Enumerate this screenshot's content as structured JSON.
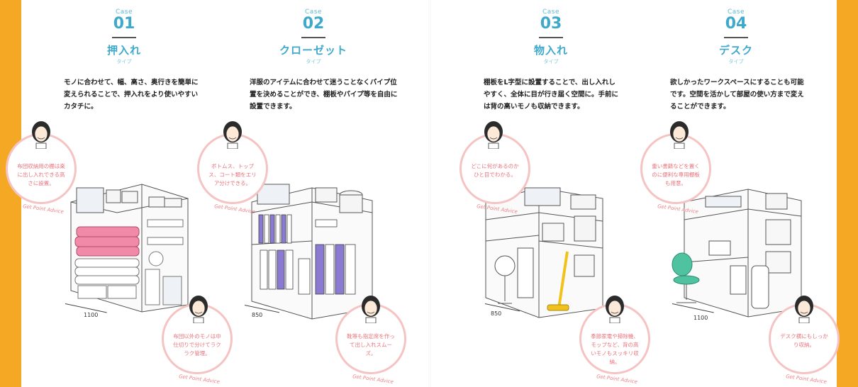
{
  "cases": [
    {
      "label": "Case",
      "number": "01",
      "title": "押入れ",
      "subtitle": "タイプ",
      "description": "モノに合わせて、幅、高さ、奥行きを簡単に変えられることで、押入れをより使いやすいカタチに。",
      "advice_top": "布団収納用の棚は楽に出し入れできる高さに設置。",
      "advice_bottom": "布団以外のモノは中仕切りで分けてラクラク管理。",
      "width_dim": "1100"
    },
    {
      "label": "Case",
      "number": "02",
      "title": "クローゼット",
      "subtitle": "タイプ",
      "description": "洋服のアイテムに合わせて迷うことなくパイプ位置を決めることができ、棚板やパイプ等を自由に設置できます。",
      "advice_top": "ボトムス、トップス、コート類をエリア分けできる。",
      "advice_bottom": "靴等も指定席を作って出し入れスムーズ。",
      "width_dim": "850"
    },
    {
      "label": "Case",
      "number": "03",
      "title": "物入れ",
      "subtitle": "タイプ",
      "description": "棚板をL字型に設置することで、出し入れしやすく、全体に目が行き届く空間に。手前には背の高いモノも収納できます。",
      "advice_top": "どこに何があるのかひと目でわかる。",
      "advice_bottom": "季節家電や掃除機、モップなど、背の高いモノもスッキリ収納。",
      "width_dim": "850"
    },
    {
      "label": "Case",
      "number": "04",
      "title": "デスク",
      "subtitle": "タイプ",
      "description": "欲しかったワークスペースにすることも可能です。空間を活かして部屋の使い方まで変えることができます。",
      "advice_top": "重い書籍などを置くのに便利な専用棚板も用意。",
      "advice_bottom": "デスク横にもしっかり収納。",
      "width_dim": "1100"
    }
  ],
  "advice_tag": "Get Point Advice",
  "colors": {
    "accent": "#3fa9cc",
    "edge": "#f4a824",
    "bubble_border": "#f6c3c3",
    "bubble_text": "#e9717a",
    "futon_pink": "#f08aa8",
    "clothes_purple": "#8a7ad2",
    "mop_yellow": "#f1c21b",
    "chair_green": "#4fc3a0"
  }
}
